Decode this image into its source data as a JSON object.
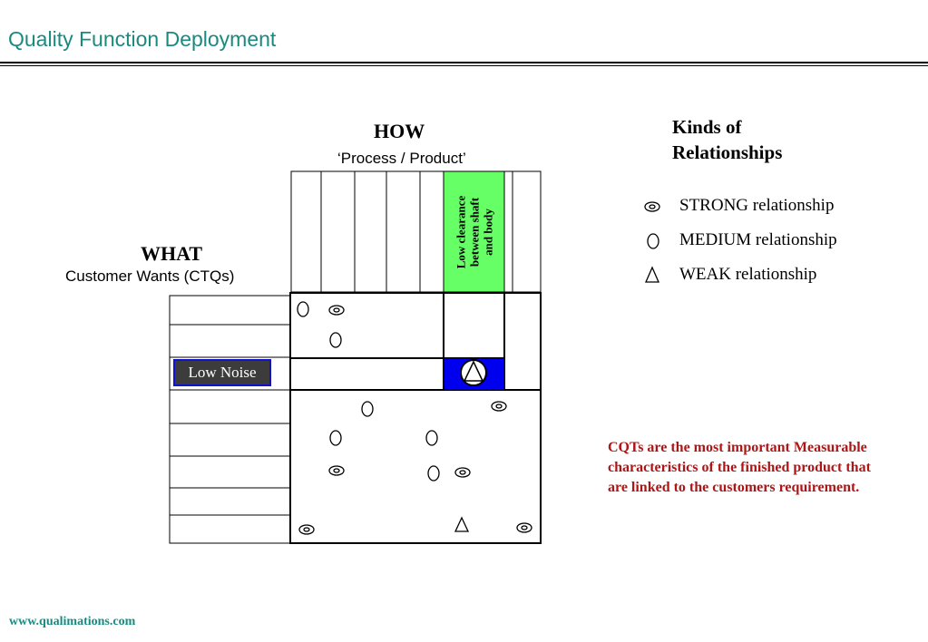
{
  "slide": {
    "title": "Quality Function Deployment"
  },
  "how": {
    "title": "HOW",
    "subtitle": "‘Process / Product’"
  },
  "what": {
    "title": "WHAT",
    "subtitle": "Customer Wants (CTQs)"
  },
  "highlight": {
    "customer_want": "Low Noise",
    "characteristic": "Low clearance between shaft and body",
    "characteristic_lines": [
      "Low clearance",
      "between shaft",
      "and body"
    ]
  },
  "legend": {
    "title_lines": [
      "Kinds of",
      "Relationships"
    ],
    "items": [
      {
        "symbol": "double-circle-icon",
        "label": "STRONG relationship"
      },
      {
        "symbol": "circle-icon",
        "label": "MEDIUM relationship"
      },
      {
        "symbol": "triangle-icon",
        "label": "WEAK relationship"
      }
    ]
  },
  "note": "CQTs are the most important Measurable characteristics of the finished product that are linked to the customers requirement.",
  "footer": {
    "url": "www.qualimations.com"
  },
  "colors": {
    "title": "#1a8a80",
    "note": "#b01515",
    "highlight_column": "#66ff66",
    "highlight_cell": "#0000ee",
    "low_noise_box": "#3c3c3c"
  }
}
